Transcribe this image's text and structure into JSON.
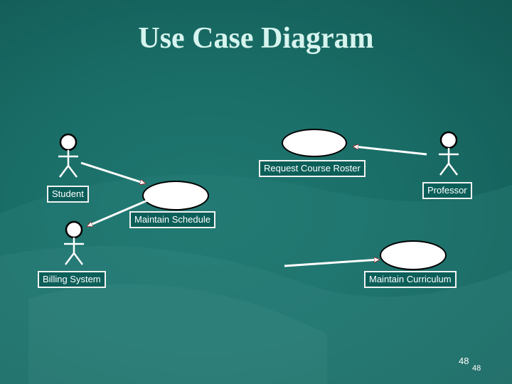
{
  "slide": {
    "title": "Use Case Diagram",
    "page_number": "48",
    "page_number_sub": "48"
  },
  "actors": {
    "student": "Student",
    "professor": "Professor",
    "billing": "Billing System"
  },
  "use_cases": {
    "request_roster": "Request Course Roster",
    "maintain_schedule": "Maintain Schedule",
    "maintain_curriculum": "Maintain Curriculum"
  },
  "colors": {
    "background": "#1a6e68",
    "title": "#d6f4ee",
    "label_fill": "#0c5f59",
    "line": "#ffffff",
    "arrow_stroke": "#8a1010"
  }
}
